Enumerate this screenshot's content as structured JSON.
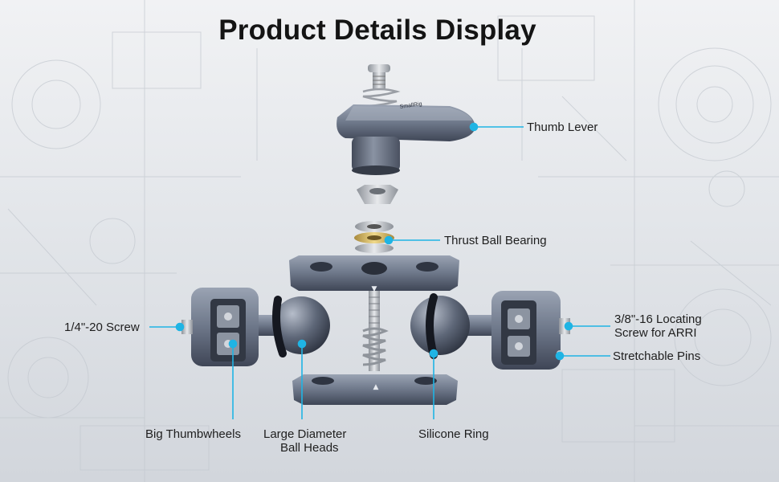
{
  "title": "Product Details Display",
  "labels": {
    "thumb_lever": "Thumb Lever",
    "thrust_ball_bearing": "Thrust Ball Bearing",
    "screw_14_20": "1/4\"-20 Screw",
    "locating_screw_line1": "3/8\"-16 Locating",
    "locating_screw_line2": "Screw for ARRI",
    "stretchable_pins": "Stretchable Pins",
    "big_thumbwheels": "Big Thumbwheels",
    "ball_heads_line1": "Large Diameter",
    "ball_heads_line2": "Ball Heads",
    "silicone_ring": "Silicone Ring"
  },
  "colors": {
    "callout": "#1fb4e4",
    "metal": "#6d7789",
    "metal_dark": "#3f4656",
    "background": "#e3e6ea"
  },
  "icons": {
    "clamp_arrow_up": "chevron-up-icon",
    "clamp_arrow_down": "chevron-down-icon"
  }
}
